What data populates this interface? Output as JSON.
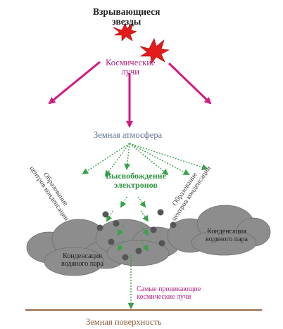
{
  "title": {
    "line1": "Взрывающиеся",
    "line2": "звезды"
  },
  "cosmic_rays": {
    "line1": "Космические",
    "line2": "лучи"
  },
  "atmosphere": "Земная атмосфера",
  "electrons": {
    "line1": "Высвобождение",
    "line2": "электронов"
  },
  "nuclei_left": {
    "line1": "Образование",
    "line2": "центров конденсации"
  },
  "nuclei_right": {
    "line1": "Образование",
    "line2": "центров конденсации"
  },
  "condensation_left": {
    "line1": "Конденсация",
    "line2": "водяного пара"
  },
  "condensation_right": {
    "line1": "Конденсация",
    "line2": "водяного пара"
  },
  "penetrating_rays": {
    "line1": "Самые проникающие",
    "line2": "космические лучи"
  },
  "ground": "Земная поверхность",
  "colors": {
    "star": "#e41b1b",
    "cosmic_ray_arrow": "#d6187f",
    "electron_arrow": "#3aa24a",
    "cloud": "#8d8d8d",
    "particle": "#555555",
    "ground_line": "#9a6a4a"
  }
}
